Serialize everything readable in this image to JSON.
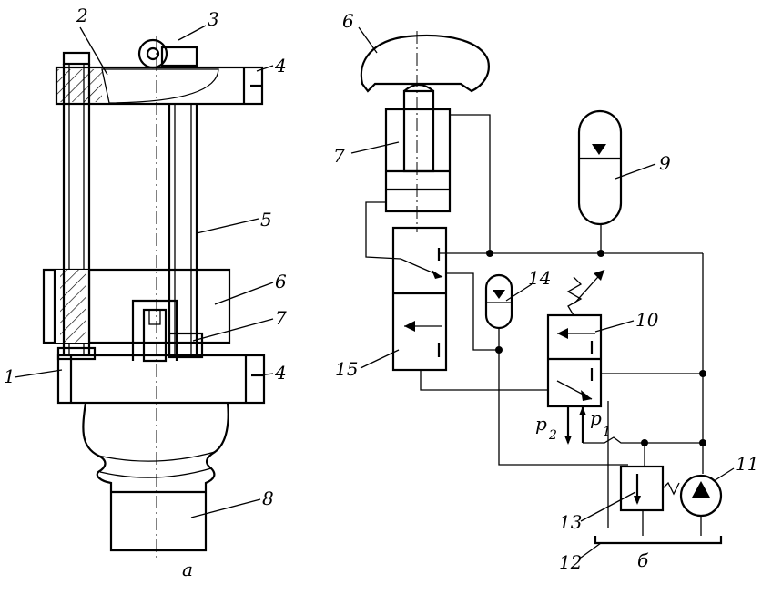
{
  "figure_a": {
    "caption": "а",
    "labels": {
      "l1": "1",
      "l2": "2",
      "l3": "3",
      "l4_top": "4",
      "l4_bottom": "4",
      "l5": "5",
      "l6": "6",
      "l7": "7",
      "l8": "8"
    }
  },
  "figure_b": {
    "caption": "б",
    "labels": {
      "l6": "6",
      "l7": "7",
      "l9": "9",
      "l10": "10",
      "l11": "11",
      "l12": "12",
      "l13": "13",
      "l14": "14",
      "l15": "15",
      "p2": "p",
      "p2_sub": "2",
      "p1": "p",
      "p1_sub": "1"
    }
  }
}
